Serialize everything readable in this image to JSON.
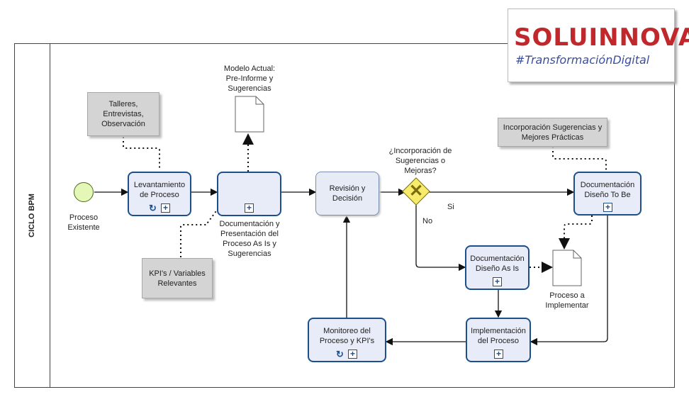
{
  "logo": {
    "brand": "SOLUINNOVA",
    "tagline": "#TransformaciónDigital"
  },
  "lane": {
    "label": "CICLO BPM"
  },
  "start_event": {
    "label_1": "Proceso",
    "label_2": "Existente"
  },
  "tasks": {
    "levantamiento": {
      "line1": "Levantamiento",
      "line2": "de Proceso"
    },
    "revision": {
      "line1": "Revisión y",
      "line2": "Decisión"
    },
    "doc_to_be": {
      "line1": "Documentación",
      "line2": "Diseño To Be"
    },
    "doc_as_is": {
      "line1": "Documentación",
      "line2": "Diseño As Is"
    },
    "implementacion": {
      "line1": "Implementación",
      "line2": "del Proceso"
    },
    "monitoreo": {
      "line1": "Monitoreo del",
      "line2": "Proceso  y KPI's"
    }
  },
  "doc_presentation_label": {
    "line1": "Documentación y",
    "line2": "Presentación del",
    "line3": "Proceso As Is y",
    "line4": "Sugerencias"
  },
  "notes": {
    "talleres": {
      "line1": "Talleres,",
      "line2": "Entrevistas,",
      "line3": "Observación"
    },
    "kpis": {
      "line1": "KPI's / Variables",
      "line2": "Relevantes"
    },
    "incorporacion": {
      "line1": "Incorporación Sugerencias y",
      "line2": "Mejores Prácticas"
    }
  },
  "documents": {
    "modelo_actual": {
      "line1": "Modelo Actual:",
      "line2": "Pre-Informe y",
      "line3": "Sugerencias"
    },
    "proceso_implementar": {
      "line1": "Proceso a",
      "line2": "Implementar"
    }
  },
  "gateway": {
    "question_1": "¿Incorporación de",
    "question_2": "Sugerencias o",
    "question_3": "Mejoras?",
    "yes": "Si",
    "no": "No"
  },
  "colors": {
    "task_border": "#1d4f8b",
    "task_fill": "#e8ecf8",
    "gateway_fill": "#f7eb6b",
    "start_fill": "#e4f7b6",
    "note_fill": "#d4d4d4",
    "brand_red": "#c0282b",
    "brand_blue": "#3a4fa0"
  }
}
